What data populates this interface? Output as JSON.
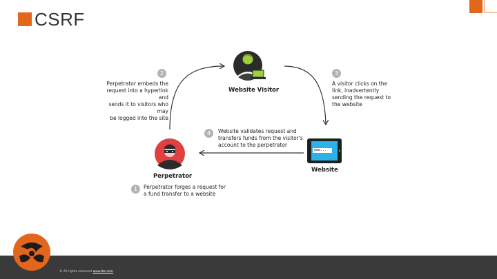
{
  "slide": {
    "title": "CSRF",
    "accent_color": "#e2661c"
  },
  "diagram": {
    "nodes": {
      "visitor": {
        "label": "Website Visitor",
        "icon": "user-laptop-icon"
      },
      "website": {
        "label": "Website",
        "icon": "tablet-icon",
        "screen_text": "www..."
      },
      "perpetrator": {
        "label": "Perpetrator",
        "icon": "masked-person-icon"
      }
    },
    "steps": [
      {
        "number": "1",
        "text": [
          "Perpetrator forges a request for",
          "a fund transfer to a website"
        ]
      },
      {
        "number": "2",
        "text": [
          "Perpetrator embeds the",
          "request into a hyperlink and",
          "sends it to visitors who may",
          "be logged into the site"
        ]
      },
      {
        "number": "3",
        "text": [
          "A visitor clicks on the",
          "link, inadvertently",
          "sending the request to",
          "the website"
        ]
      },
      {
        "number": "4",
        "text": [
          "Website validates request and",
          "transfers funds from the visitor's",
          "account to the perpetrator"
        ]
      }
    ]
  },
  "footer": {
    "copyright": "© All rights reserved",
    "link": "www.lbs.com"
  }
}
